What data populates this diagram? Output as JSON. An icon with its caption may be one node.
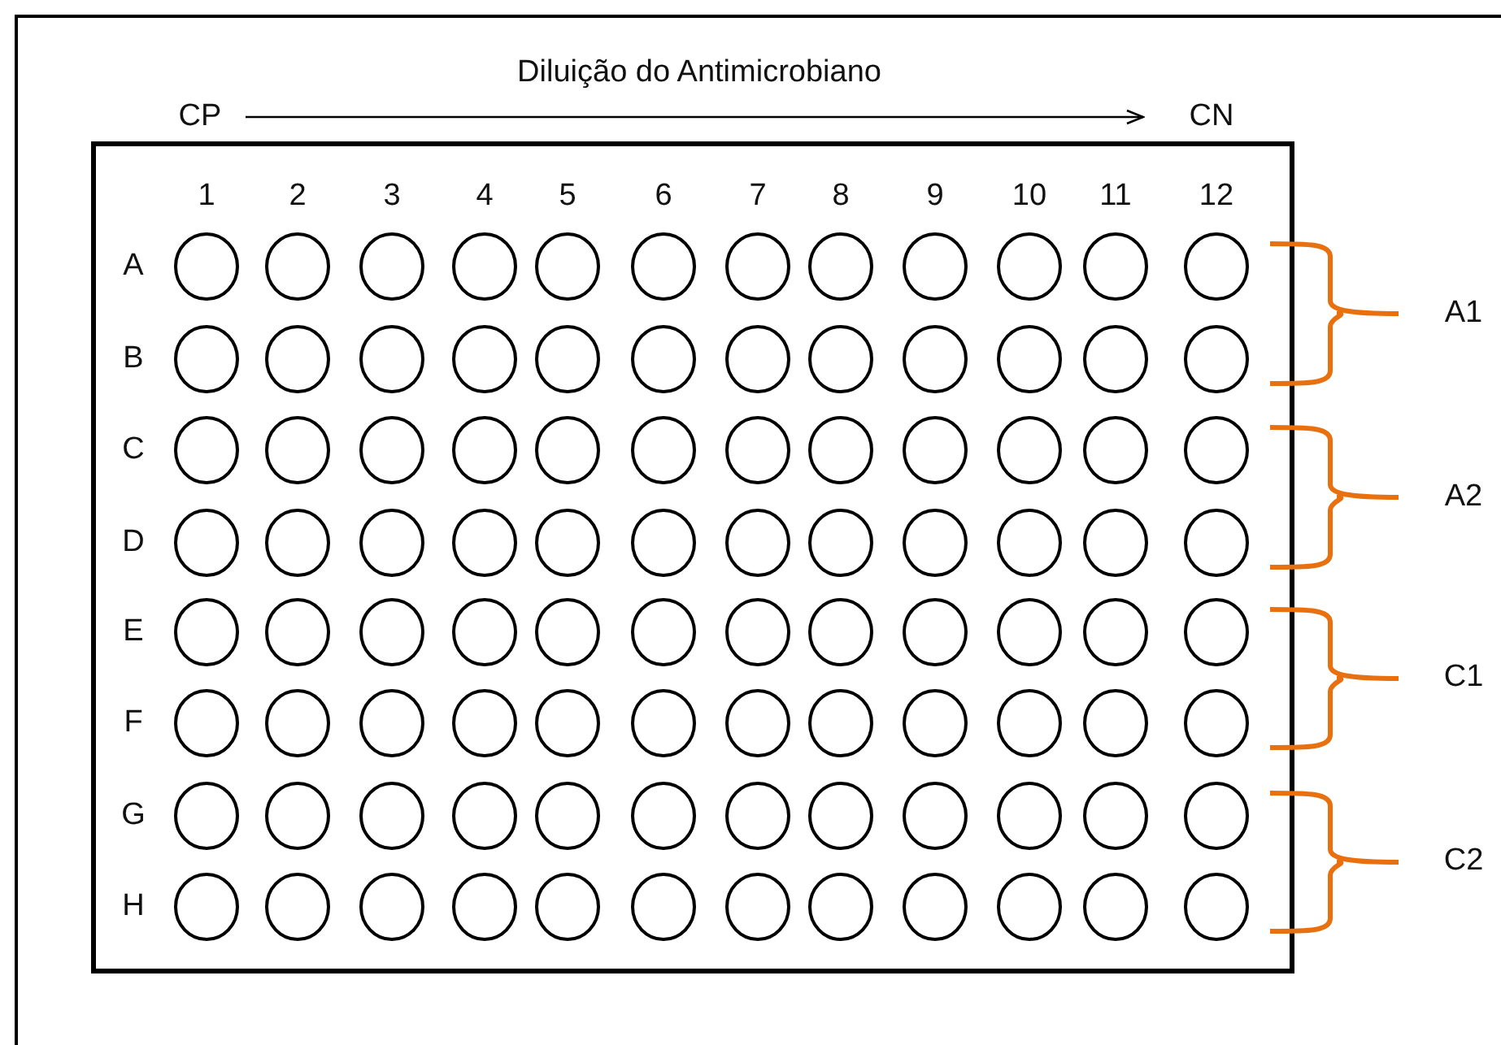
{
  "diagram": {
    "nodes": [
      {
        "text": [
          "CP"
        ]
      },
      {
        "text": [
          "CN"
        ]
      }
    ],
    "edges": [
      {
        "from": 0,
        "to": 1,
        "arrow": "to",
        "label": "Diluição do Antimicrobiano"
      }
    ],
    "labels": [
      "1",
      "2",
      "3",
      "4",
      "5",
      "6",
      "7",
      "8",
      "9",
      "10",
      "11",
      "12",
      "A",
      "B",
      "C",
      "D",
      "E",
      "F",
      "G",
      "H",
      "A1",
      "A2",
      "C1",
      "C2"
    ]
  }
}
